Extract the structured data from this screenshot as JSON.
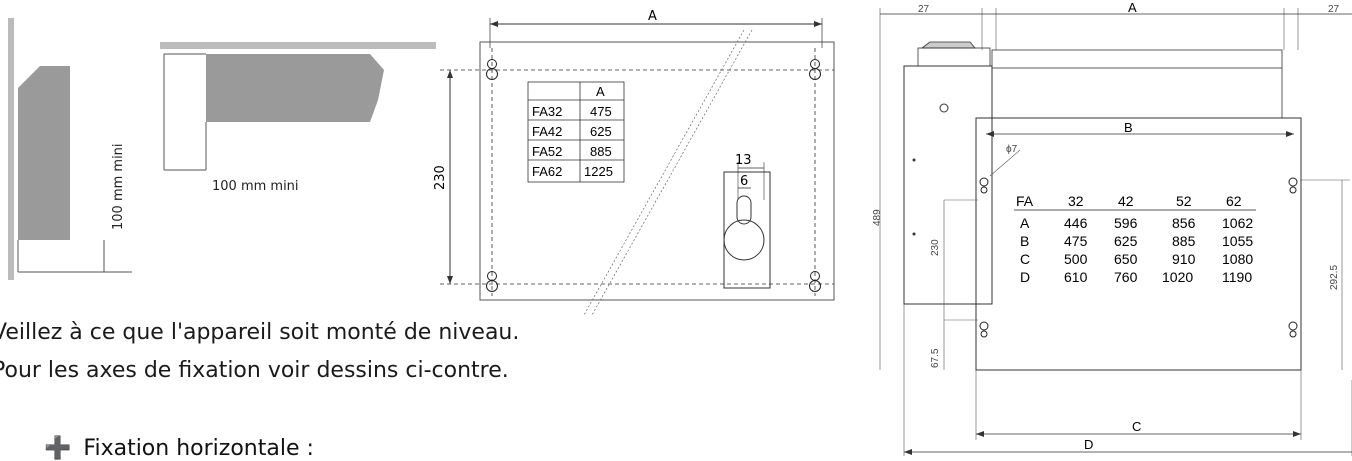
{
  "clearance": {
    "vertical_label": "100 mm mini",
    "horizontal_label": "100 mm mini"
  },
  "plate": {
    "width_label": "A",
    "height_label": "230",
    "slot_width": "13",
    "slot_inner": "6",
    "table": {
      "header": [
        "",
        "A"
      ],
      "rows": [
        [
          "FA32",
          "475"
        ],
        [
          "FA42",
          "625"
        ],
        [
          "FA52",
          "885"
        ],
        [
          "FA62",
          "1225"
        ]
      ]
    }
  },
  "text": {
    "line1": "Veillez à ce que l'appareil soit monté de niveau.",
    "line2": "Pour les axes de fixation voir dessins ci-contre.",
    "bullet": "Fixation horizontale :"
  },
  "unit": {
    "top_left": "27",
    "top_mid": "A",
    "top_right": "27",
    "b_label": "B",
    "height_total": "489",
    "hole_diam": "ϕ7",
    "inner_height": "230",
    "bottom_off": "67.5",
    "right_height": "292.5",
    "c_label": "C",
    "d_label": "D",
    "table": {
      "header": [
        "FA",
        "32",
        "42",
        "52",
        "62"
      ],
      "rows": [
        [
          "A",
          "446",
          "596",
          "856",
          "1062"
        ],
        [
          "B",
          "475",
          "625",
          "885",
          "1055"
        ],
        [
          "C",
          "500",
          "650",
          "910",
          "1080"
        ],
        [
          "D",
          "610",
          "760",
          "1020",
          "1190"
        ]
      ]
    }
  }
}
